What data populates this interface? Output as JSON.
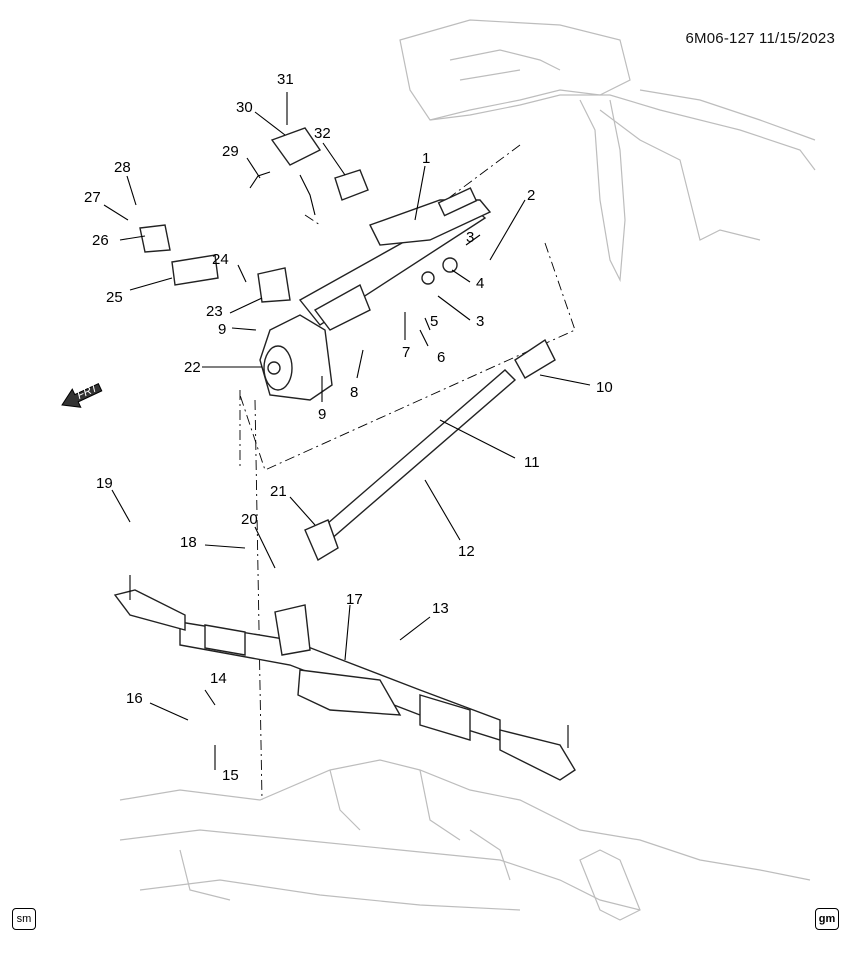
{
  "header": {
    "ref": "6M06-127  11/15/2023"
  },
  "orientation": {
    "label": "FRT"
  },
  "corner_labels": {
    "left": "sm",
    "right": "gm"
  },
  "callouts": [
    {
      "id": "1",
      "label": "1"
    },
    {
      "id": "2",
      "label": "2"
    },
    {
      "id": "3a",
      "label": "3"
    },
    {
      "id": "3b",
      "label": "3"
    },
    {
      "id": "4",
      "label": "4"
    },
    {
      "id": "5",
      "label": "5"
    },
    {
      "id": "6",
      "label": "6"
    },
    {
      "id": "7",
      "label": "7"
    },
    {
      "id": "8",
      "label": "8"
    },
    {
      "id": "9a",
      "label": "9"
    },
    {
      "id": "9b",
      "label": "9"
    },
    {
      "id": "10",
      "label": "10"
    },
    {
      "id": "11",
      "label": "11"
    },
    {
      "id": "12",
      "label": "12"
    },
    {
      "id": "13",
      "label": "13"
    },
    {
      "id": "14",
      "label": "14"
    },
    {
      "id": "15",
      "label": "15"
    },
    {
      "id": "16",
      "label": "16"
    },
    {
      "id": "17",
      "label": "17"
    },
    {
      "id": "18",
      "label": "18"
    },
    {
      "id": "19",
      "label": "19"
    },
    {
      "id": "20",
      "label": "20"
    },
    {
      "id": "21",
      "label": "21"
    },
    {
      "id": "22",
      "label": "22"
    },
    {
      "id": "23",
      "label": "23"
    },
    {
      "id": "24",
      "label": "24"
    },
    {
      "id": "25",
      "label": "25"
    },
    {
      "id": "26",
      "label": "26"
    },
    {
      "id": "27",
      "label": "27"
    },
    {
      "id": "28",
      "label": "28"
    },
    {
      "id": "29",
      "label": "29"
    },
    {
      "id": "30",
      "label": "30"
    },
    {
      "id": "31",
      "label": "31"
    },
    {
      "id": "32",
      "label": "32"
    }
  ]
}
